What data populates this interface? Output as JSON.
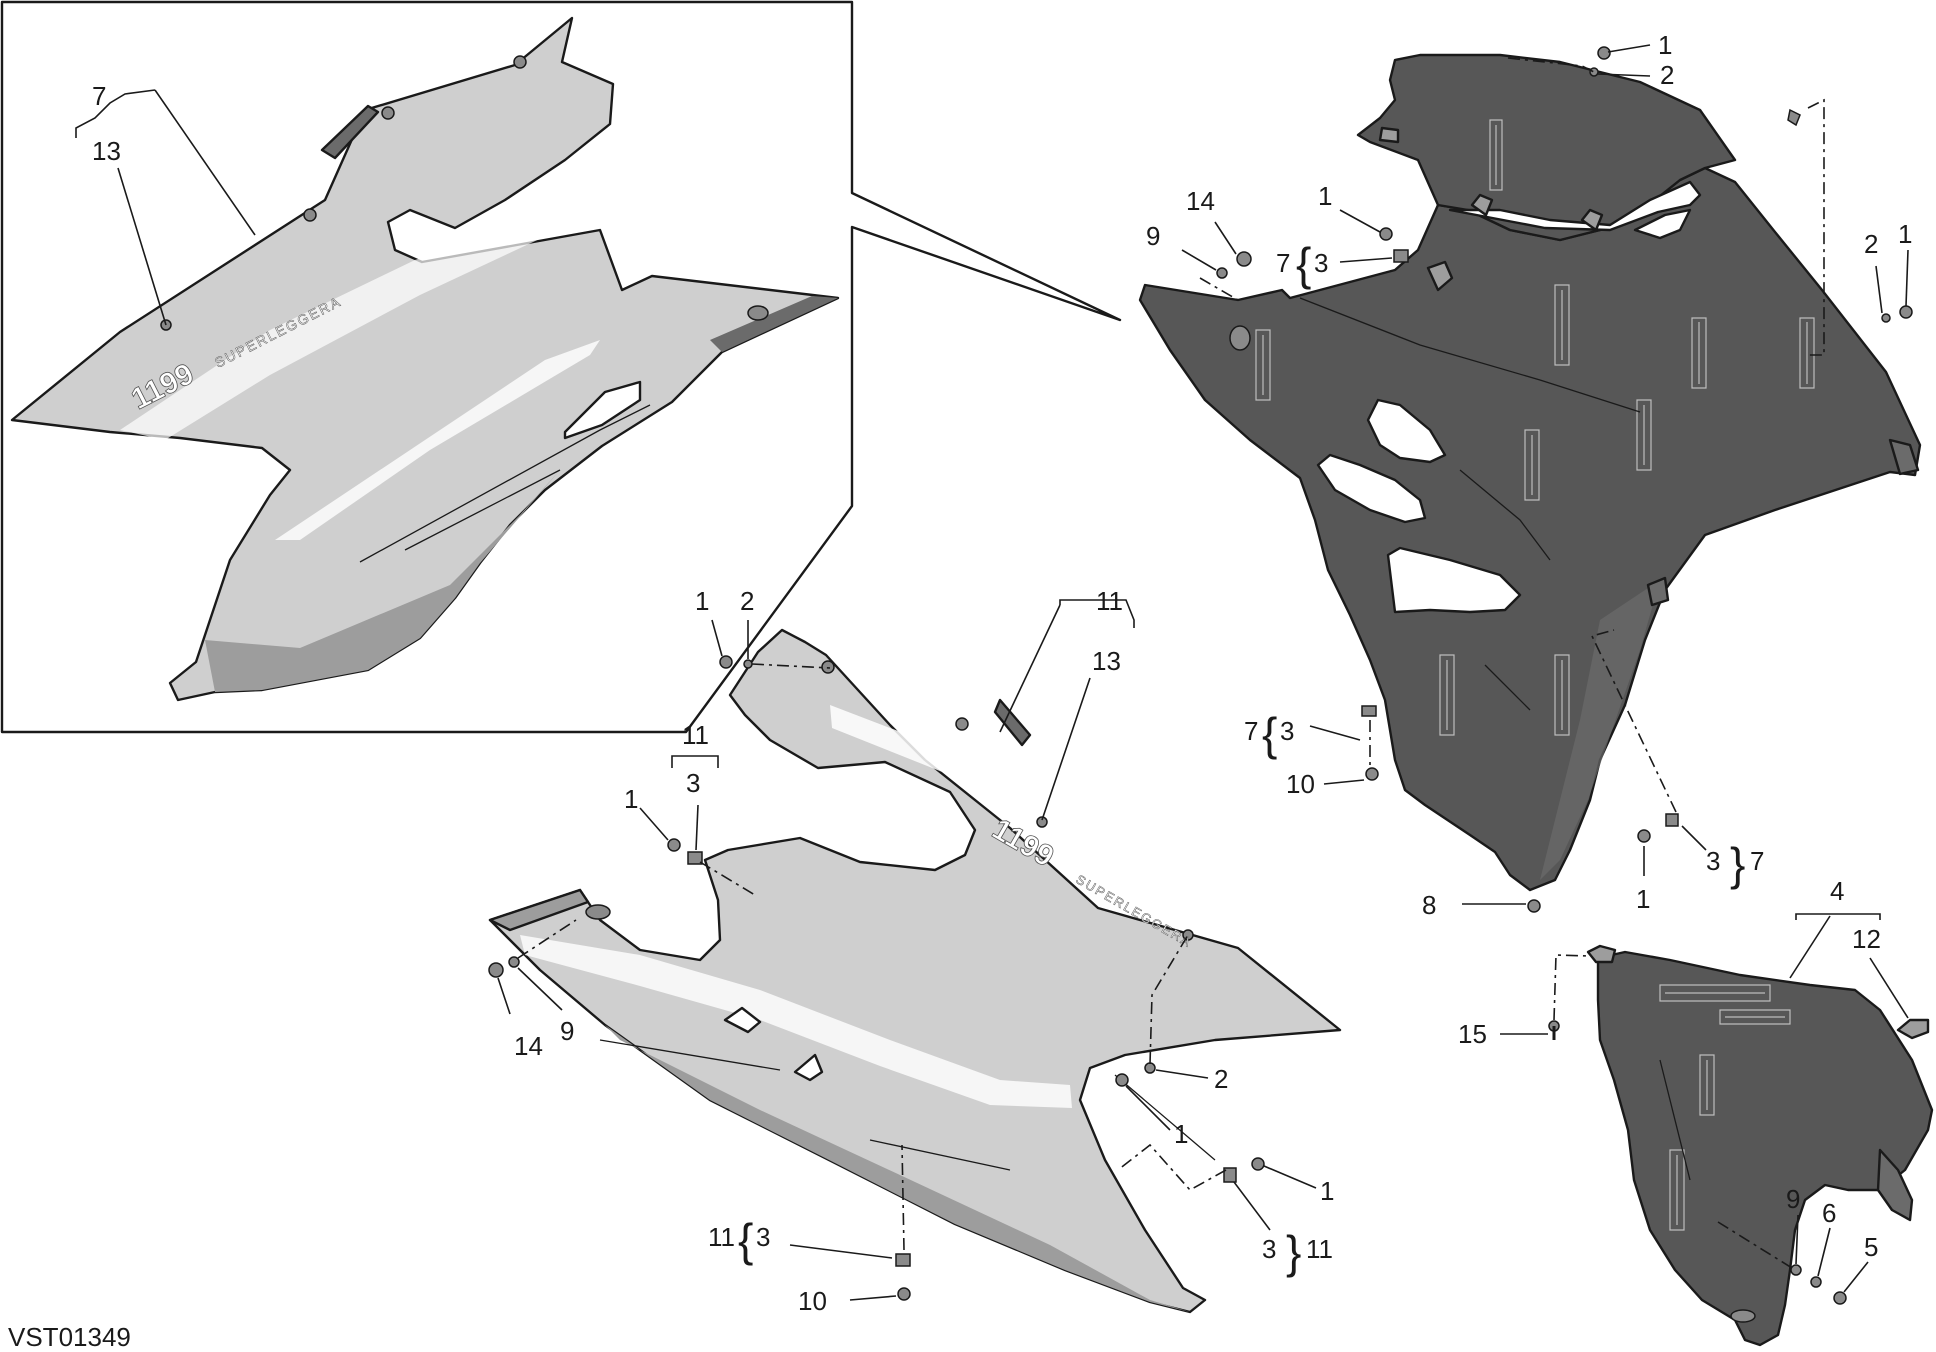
{
  "diagram": {
    "drawing_id": "VST01349",
    "decal_text": {
      "model": "1199",
      "edition": "SUPERLEGGERA"
    },
    "callouts": {
      "inset": [
        "7",
        "13"
      ],
      "right_panel": [
        "1",
        "2",
        "14",
        "9",
        "1",
        "7",
        "3",
        "2",
        "1",
        "7",
        "3",
        "10",
        "8",
        "1",
        "3",
        "7"
      ],
      "left_panel": [
        "1",
        "2",
        "11",
        "13",
        "11",
        "3",
        "1",
        "14",
        "9",
        "2",
        "1",
        "1",
        "3",
        "11",
        "11",
        "3",
        "10"
      ],
      "mudguard": [
        "4",
        "12",
        "15",
        "9",
        "6",
        "5"
      ]
    }
  }
}
